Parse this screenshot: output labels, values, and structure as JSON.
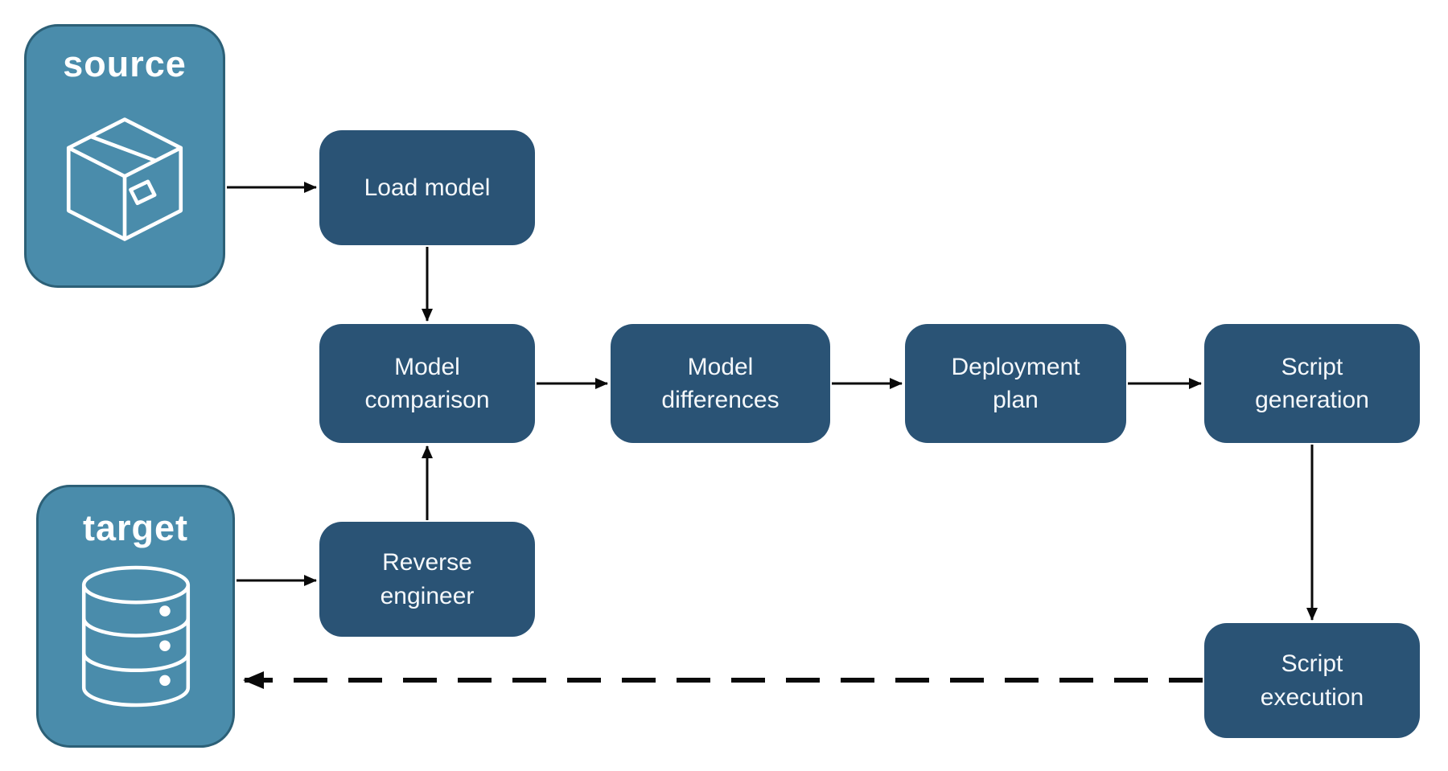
{
  "colors": {
    "entity_fill": "#4a8cab",
    "entity_border": "#2c6077",
    "node_fill": "#2a5375",
    "node_text": "#f5f8fb",
    "entity_text": "#ffffff",
    "arrow": "#0a0a0a",
    "canvas_bg": "#ffffff"
  },
  "diagram": {
    "entities": {
      "source": {
        "label": "source",
        "icon": "package-icon"
      },
      "target": {
        "label": "target",
        "icon": "database-icon"
      }
    },
    "nodes": {
      "load_model": {
        "label": "Load model"
      },
      "model_comparison": {
        "label": "Model\ncomparison"
      },
      "model_differences": {
        "label": "Model\ndifferences"
      },
      "deployment_plan": {
        "label": "Deployment\nplan"
      },
      "script_generation": {
        "label": "Script\ngeneration"
      },
      "reverse_engineer": {
        "label": "Reverse\nengineer"
      },
      "script_execution": {
        "label": "Script\nexecution"
      }
    },
    "edges": [
      {
        "from": "source",
        "to": "load_model",
        "style": "solid"
      },
      {
        "from": "load_model",
        "to": "model_comparison",
        "style": "solid"
      },
      {
        "from": "model_comparison",
        "to": "model_differences",
        "style": "solid"
      },
      {
        "from": "model_differences",
        "to": "deployment_plan",
        "style": "solid"
      },
      {
        "from": "deployment_plan",
        "to": "script_generation",
        "style": "solid"
      },
      {
        "from": "target",
        "to": "reverse_engineer",
        "style": "solid"
      },
      {
        "from": "reverse_engineer",
        "to": "model_comparison",
        "style": "solid"
      },
      {
        "from": "script_generation",
        "to": "script_execution",
        "style": "solid"
      },
      {
        "from": "script_execution",
        "to": "target",
        "style": "dashed"
      }
    ]
  }
}
